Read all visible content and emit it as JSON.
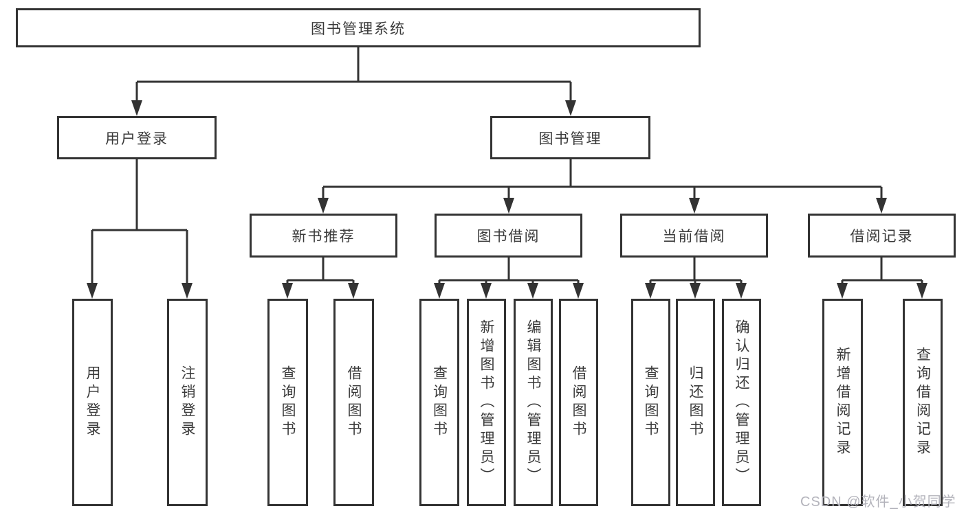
{
  "diagram": {
    "root": {
      "label": "图书管理系统"
    },
    "branches": [
      {
        "label": "用户登录",
        "children": [
          {
            "label": "用户登录"
          },
          {
            "label": "注销登录"
          }
        ]
      },
      {
        "label": "图书管理",
        "children": [
          {
            "label": "新书推荐",
            "children": [
              {
                "label": "查询图书"
              },
              {
                "label": "借阅图书"
              }
            ]
          },
          {
            "label": "图书借阅",
            "children": [
              {
                "label": "查询图书"
              },
              {
                "label": "新增图书（管理员）"
              },
              {
                "label": "编辑图书（管理员）"
              },
              {
                "label": "借阅图书"
              }
            ]
          },
          {
            "label": "当前借阅",
            "children": [
              {
                "label": "查询图书"
              },
              {
                "label": "归还图书"
              },
              {
                "label": "确认归还（管理员）"
              }
            ]
          },
          {
            "label": "借阅记录",
            "children": [
              {
                "label": "新增借阅记录"
              },
              {
                "label": "查询借阅记录"
              }
            ]
          }
        ]
      }
    ]
  },
  "watermark": {
    "text": "CSDN @软件_小贺同学"
  },
  "colors": {
    "line": "#333333",
    "box_border": "#333333",
    "box_fill": "#ffffff",
    "text": "#3a3a3a",
    "watermark": "#b3b3bb",
    "background": "#ffffff"
  }
}
